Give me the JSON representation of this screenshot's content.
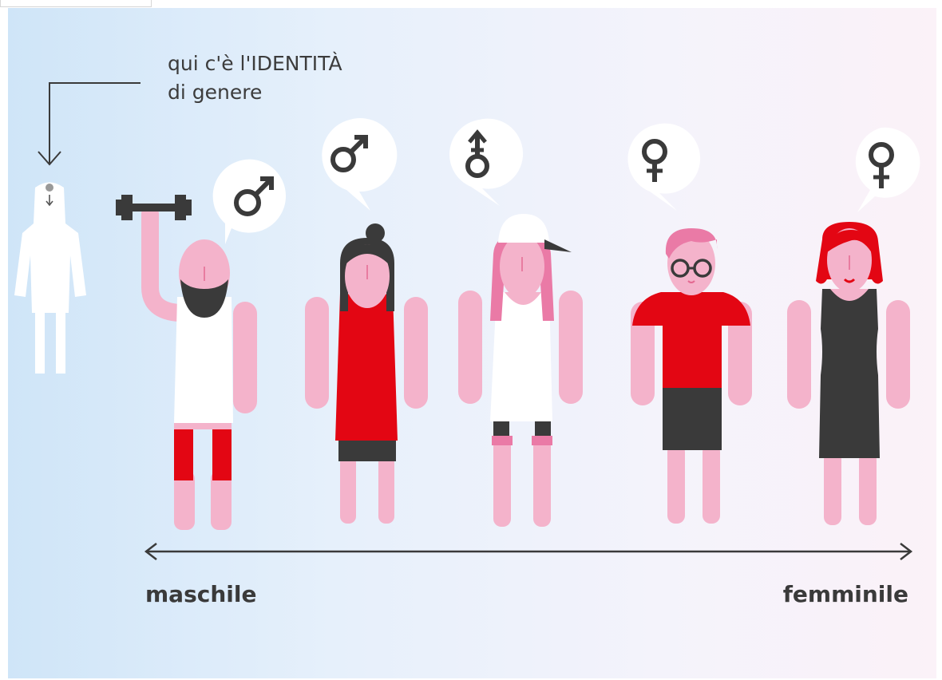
{
  "caption": {
    "line1": "qui c'è l'IDENTITÀ",
    "line2": "di genere"
  },
  "spectrum": {
    "left_label": "maschile",
    "right_label": "femminile"
  },
  "figures": [
    {
      "name": "neutral-figure",
      "symbol": ""
    },
    {
      "name": "masculine-figure",
      "symbol": "male-symbol-icon"
    },
    {
      "name": "tomboy-figure",
      "symbol": "male-symbol-icon"
    },
    {
      "name": "androgynous-figure",
      "symbol": "androgyne-symbol-icon"
    },
    {
      "name": "nerd-figure",
      "symbol": "female-symbol-icon"
    },
    {
      "name": "feminine-figure",
      "symbol": "female-symbol-icon"
    }
  ],
  "colors": {
    "background_left": "#cfe5f8",
    "background_right": "#fbf2f8",
    "skin": "#f4b3cb",
    "accent_red": "#e30613",
    "dark": "#3a3a3a",
    "white": "#ffffff"
  }
}
